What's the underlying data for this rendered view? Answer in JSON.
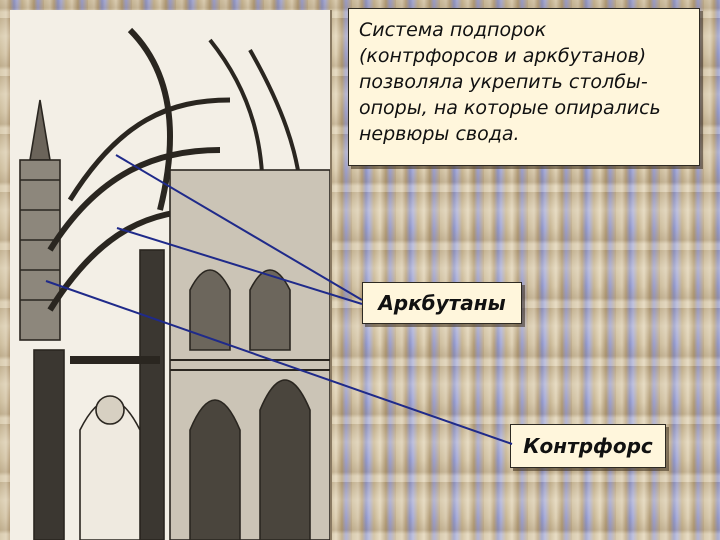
{
  "slide": {
    "description_text": "Система подпорок (контрфорсов и аркбутанов) позволяла укрепить столбы-опоры, на которые опирались нервюры свода.",
    "label_arcbutans": "Аркбутаны",
    "label_buttress": "Контрфорс"
  },
  "colors": {
    "pointer_line": "#1f2a8a",
    "box_fill": "#fff6dc",
    "border": "#2e2a22"
  },
  "images": {
    "cathedral_drawing": "gothic-cathedral-buttress-engraving"
  }
}
